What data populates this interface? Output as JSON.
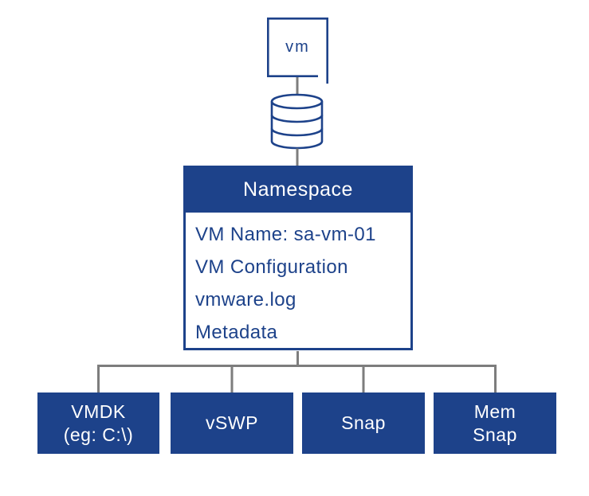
{
  "colors": {
    "brand-blue": "#1d428a",
    "connector-gray": "#7d7d7d",
    "box-text": "#ffffff",
    "background": "#ffffff"
  },
  "diagram": {
    "vm_icon": {
      "icon": "vm-square-icon",
      "label": "vm"
    },
    "datastore_icon": "disk-stack-icon",
    "namespace": {
      "title": "Namespace",
      "rows": [
        "VM Name: sa-vm-01",
        "VM Configuration",
        "vmware.log",
        "Metadata"
      ]
    },
    "leaves": [
      {
        "label": "VMDK\n(eg: C:\\)"
      },
      {
        "label": "vSWP"
      },
      {
        "label": "Snap"
      },
      {
        "label": "Mem\nSnap"
      }
    ]
  }
}
